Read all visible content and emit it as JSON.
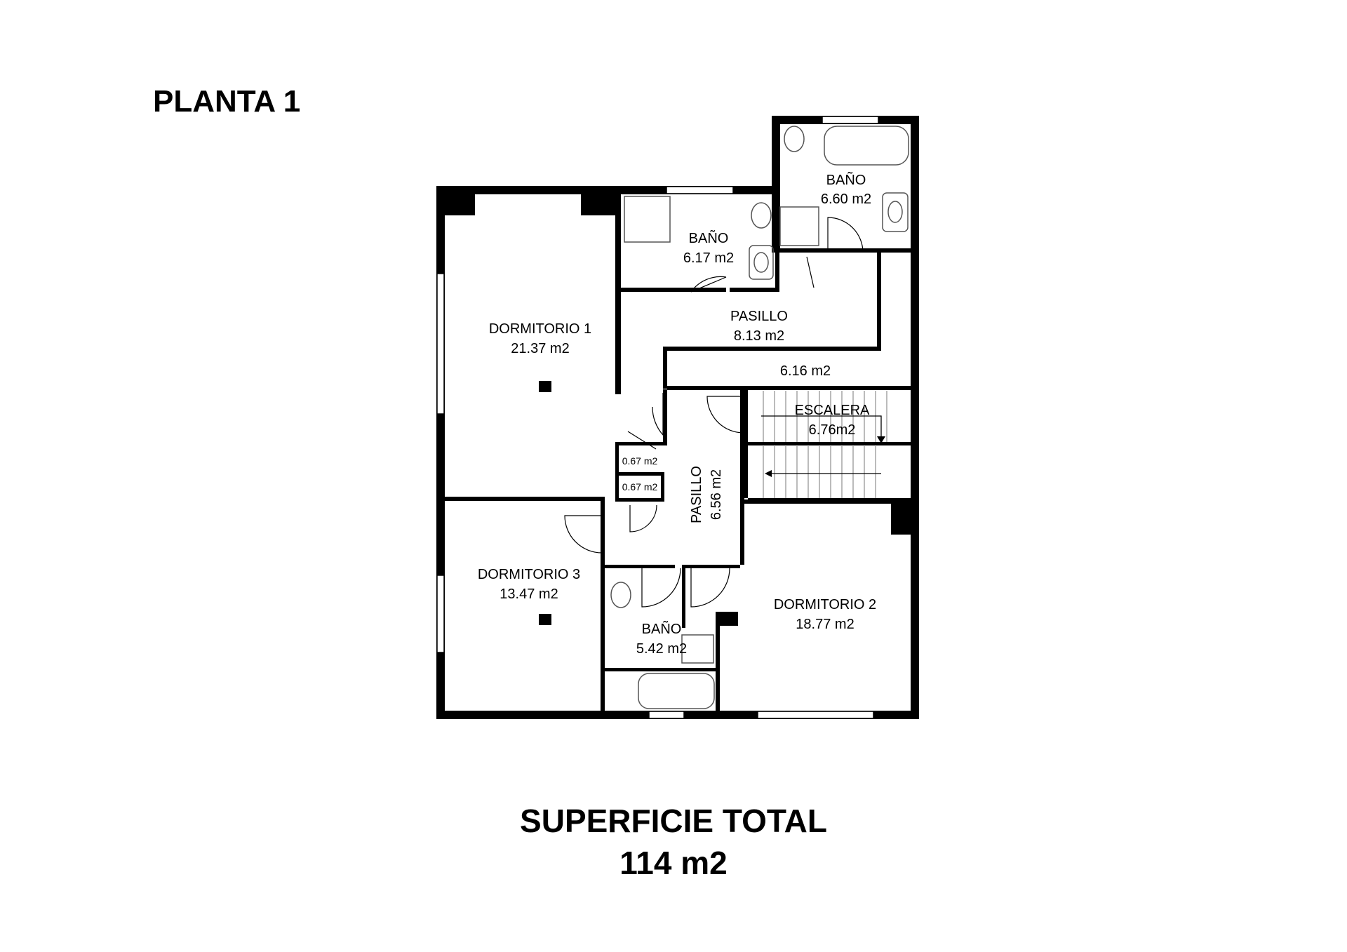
{
  "floor_title": "PLANTA 1",
  "total": {
    "label": "SUPERFICIE TOTAL",
    "value": "114 m2"
  },
  "rooms": {
    "dormitorio1": {
      "name": "DORMITORIO 1",
      "area": "21.37 m2"
    },
    "bano_a": {
      "name": "BAÑO",
      "area": "6.17 m2"
    },
    "bano_b": {
      "name": "BAÑO",
      "area": "6.60 m2"
    },
    "pasillo_top": {
      "name": "PASILLO",
      "area": "8.13 m2"
    },
    "landing": {
      "area": "6.16 m2"
    },
    "escalera": {
      "name": "ESCALERA",
      "area": "6.76m2"
    },
    "closet_1": {
      "area": "0.67 m2"
    },
    "closet_2": {
      "area": "0.67 m2"
    },
    "pasillo_vertical": {
      "name": "PASILLO",
      "area": "6.56 m2"
    },
    "dormitorio3": {
      "name": "DORMITORIO 3",
      "area": "13.47 m2"
    },
    "bano_c": {
      "name": "BAÑO",
      "area": "5.42 m2"
    },
    "dormitorio2": {
      "name": "DORMITORIO 2",
      "area": "18.77 m2"
    }
  },
  "colors": {
    "wall": "#000000",
    "fixture": "#555555",
    "background": "#ffffff"
  }
}
